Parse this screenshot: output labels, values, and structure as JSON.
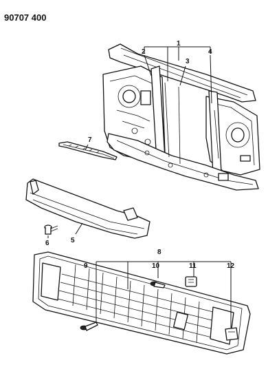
{
  "document_id": "90707 400",
  "callouts": {
    "c1": "1",
    "c2": "2",
    "c3": "3",
    "c4": "4",
    "c5": "5",
    "c6": "6",
    "c7": "7",
    "c8": "8",
    "c9": "9",
    "c10": "10",
    "c11": "11",
    "c12": "12"
  }
}
